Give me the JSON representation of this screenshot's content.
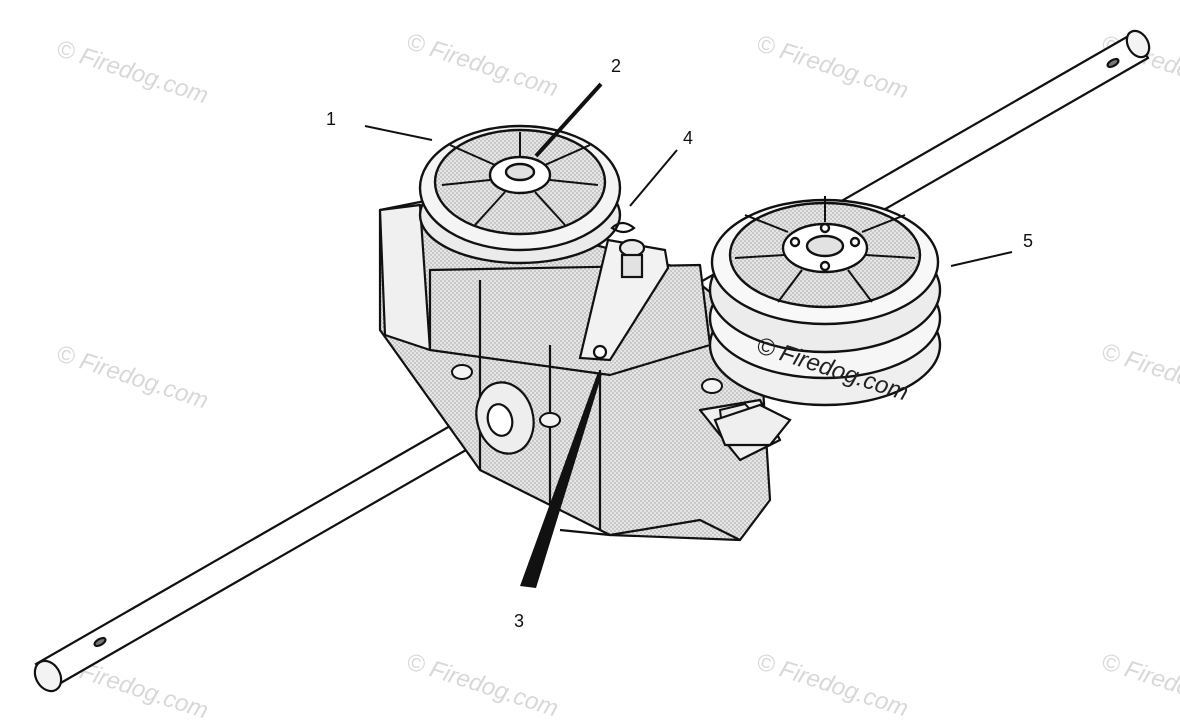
{
  "watermark": "© Firedog.com",
  "callouts": [
    {
      "number": "1"
    },
    {
      "number": "2"
    },
    {
      "number": "3"
    },
    {
      "number": "4"
    },
    {
      "number": "5"
    }
  ],
  "colors": {
    "line": "#111111",
    "housing_fill": "#dcdcdc",
    "metal_fill": "#e9e9e9",
    "watermark": "#d8d8d8"
  }
}
